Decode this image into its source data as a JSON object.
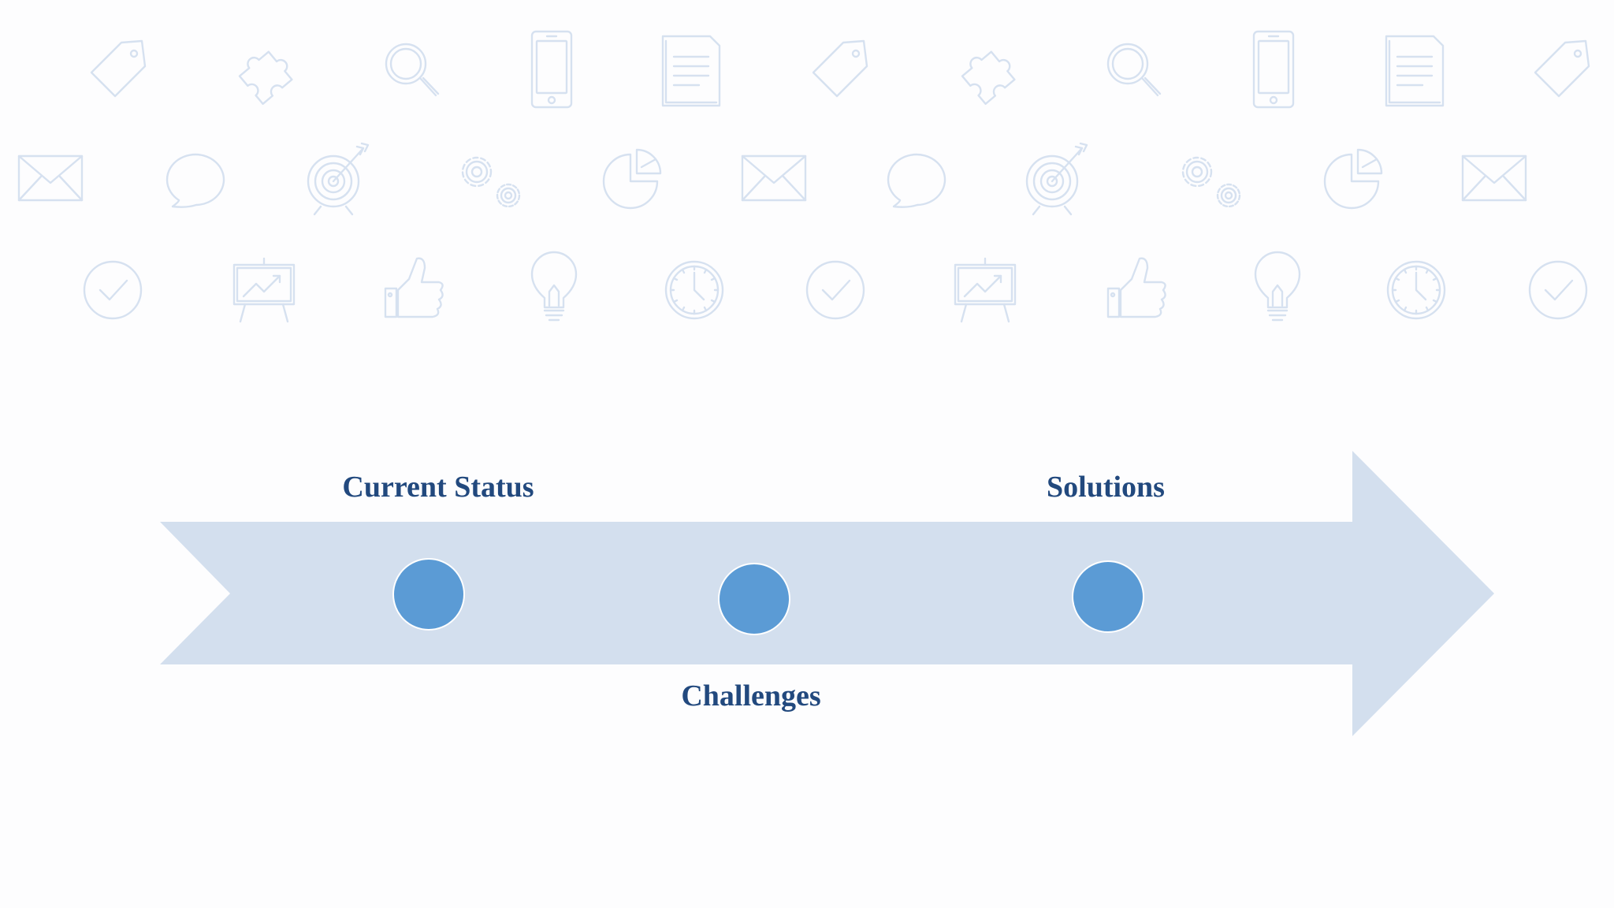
{
  "colors": {
    "background": "#fdfdfe",
    "icon_stroke": "#d6e1f0",
    "arrow_fill": "#d3dfee",
    "marker_fill": "#5b9bd5",
    "marker_outline": "#ffffff",
    "label_color": "#22497e"
  },
  "background_icons": {
    "row_1": [
      "tag-icon",
      "puzzle-icon",
      "search-icon",
      "phone-icon",
      "document-icon",
      "tag-icon",
      "puzzle-icon",
      "search-icon",
      "phone-icon",
      "document-icon",
      "tag-icon"
    ],
    "row_2": [
      "mail-icon",
      "chat-icon",
      "target-icon",
      "gears-icon",
      "pie-chart-icon",
      "mail-icon",
      "chat-icon",
      "target-icon",
      "gears-icon",
      "pie-chart-icon",
      "mail-icon"
    ],
    "row_3": [
      "check-circle-icon",
      "presentation-icon",
      "thumbs-up-icon",
      "lightbulb-icon",
      "clock-icon",
      "check-circle-icon",
      "presentation-icon",
      "thumbs-up-icon",
      "lightbulb-icon",
      "clock-icon",
      "check-circle-icon"
    ]
  },
  "timeline": {
    "stages": [
      {
        "label": "Current Status",
        "position": "above"
      },
      {
        "label": "Challenges",
        "position": "below"
      },
      {
        "label": "Solutions",
        "position": "above"
      }
    ]
  }
}
